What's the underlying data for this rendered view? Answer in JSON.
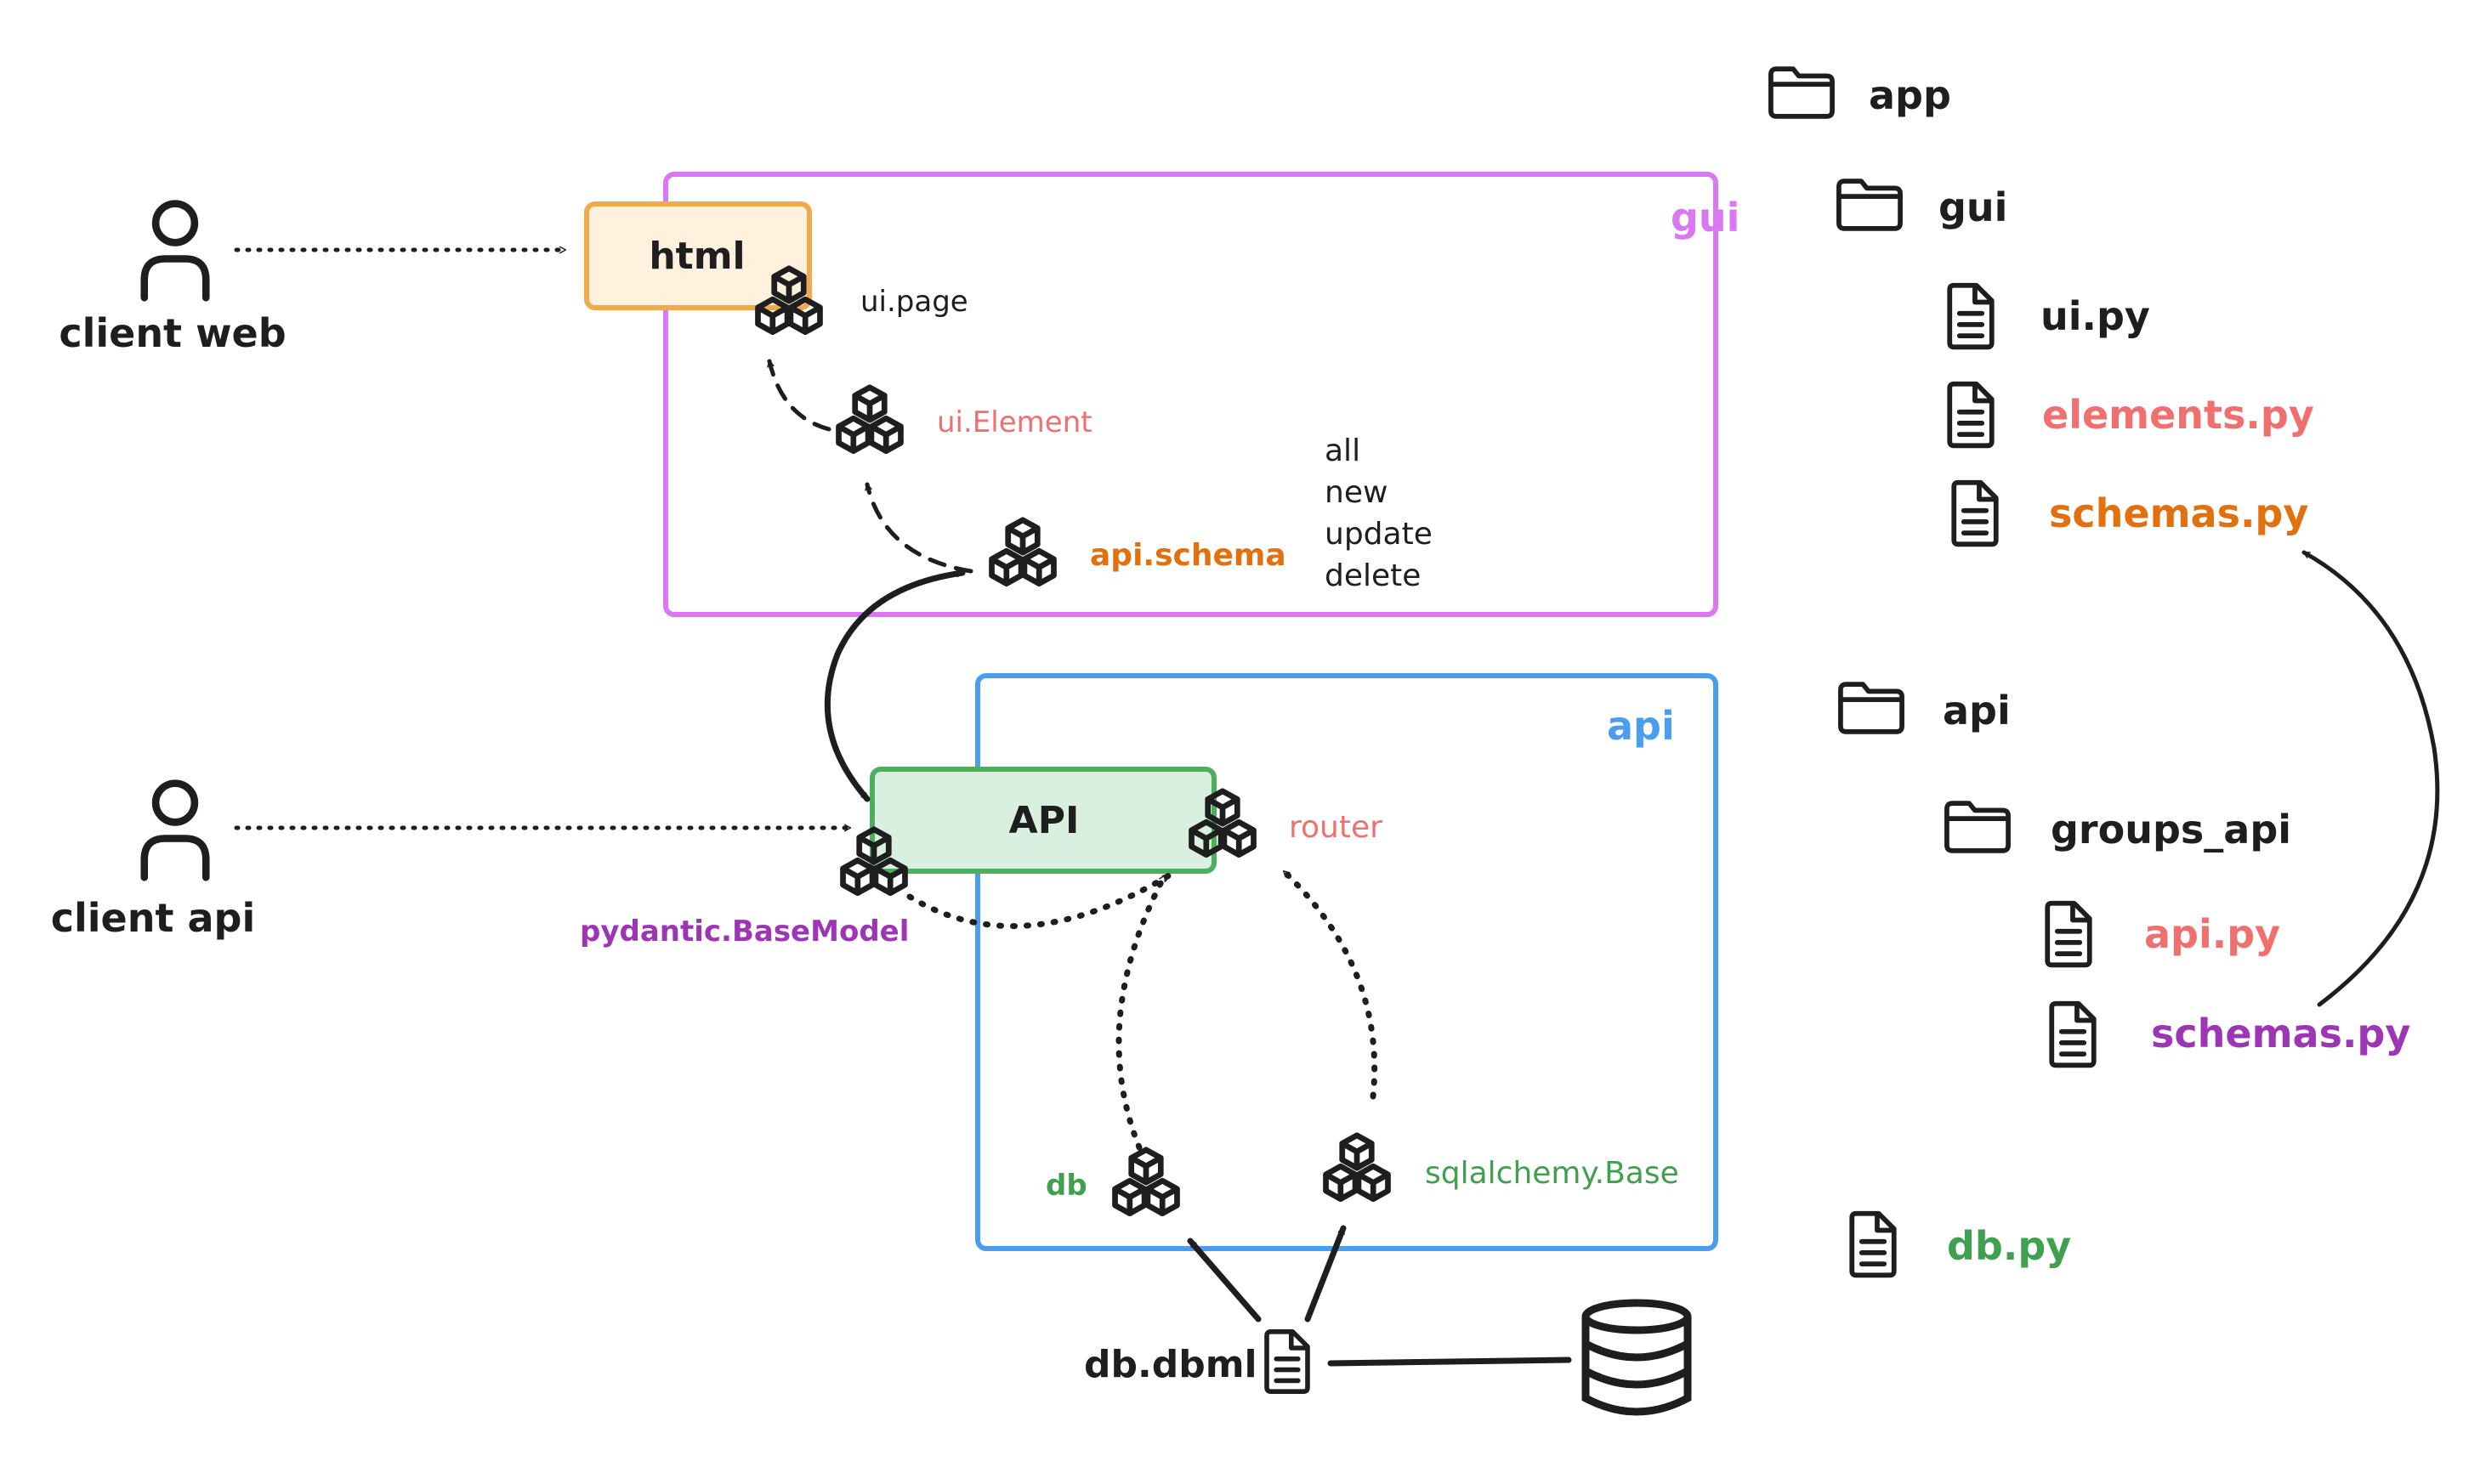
{
  "colors": {
    "ink": "#1e1e1e",
    "gui": "#da77f2",
    "api": "#4a9eed",
    "html_stroke": "#f0a94b",
    "html_fill": "#fff1de",
    "api_box_stroke": "#4caf5b",
    "api_box_fill": "#d9efdf",
    "coral": "#f06f6f",
    "orange": "#e1700f",
    "purple": "#9c36b5",
    "green": "#40a050"
  },
  "clients": {
    "web": {
      "label": "client web"
    },
    "api": {
      "label": "client api"
    }
  },
  "gui_frame": {
    "label": "gui"
  },
  "api_frame": {
    "label": "api"
  },
  "html_box": {
    "label": "html"
  },
  "api_box": {
    "label": "API"
  },
  "components": {
    "ui_page": "ui.page",
    "ui_element": "ui.Element",
    "api_schema": "api.schema",
    "router": "router",
    "pydantic_basemodel": "pydantic.BaseModel",
    "db": "db",
    "sqlalchemy_base": "sqlalchemy.Base"
  },
  "operations": [
    "all",
    "new",
    "update",
    "delete"
  ],
  "dbml": {
    "label": "db.dbml"
  },
  "file_tree": {
    "app": "app",
    "gui": "gui",
    "ui_py": "ui.py",
    "elements_py": "elements.py",
    "gui_schemas_py": "schemas.py",
    "api": "api",
    "groups_api": "groups_api",
    "api_py": "api.py",
    "api_schemas_py": "schemas.py",
    "db_py": "db.py"
  }
}
